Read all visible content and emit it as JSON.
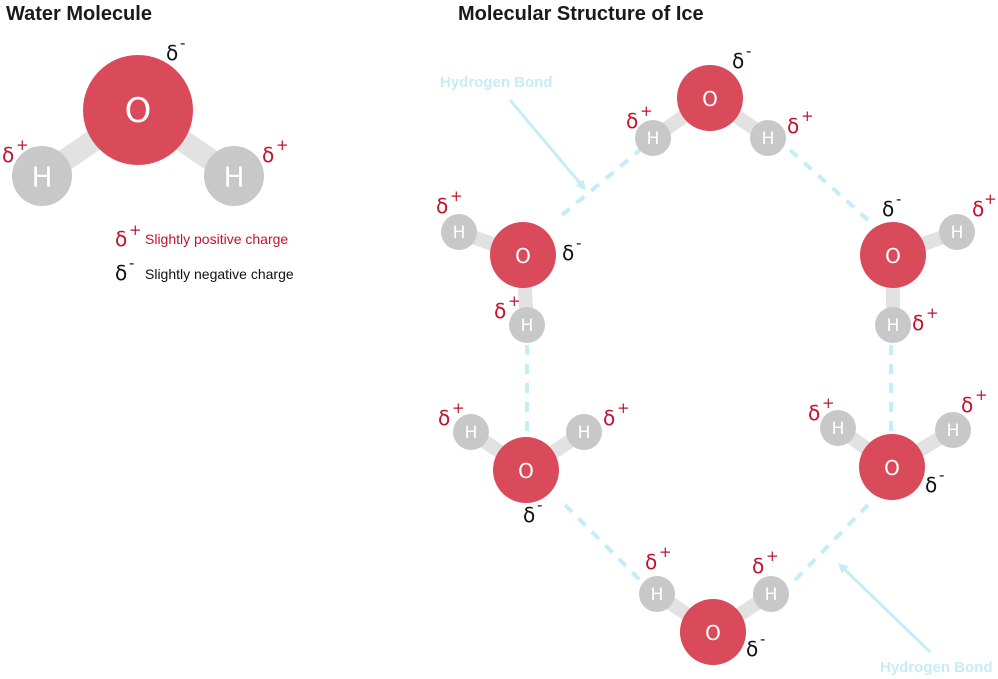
{
  "titles": {
    "water_molecule": "Water Molecule",
    "ice_structure": "Molecular Structure of Ice"
  },
  "atoms": {
    "oxygen": "O",
    "hydrogen": "H"
  },
  "charges": {
    "delta": "δ",
    "positive_sign": "+",
    "negative_sign": "-"
  },
  "legend": {
    "positive": "Slightly positive charge",
    "negative": "Slightly negative charge"
  },
  "hydrogen_bond_label": "Hydrogen Bond",
  "colors": {
    "oxygen": "#d94a5a",
    "hydrogen": "#c8c8c8",
    "bond": "#e2e2e2",
    "hydrogen_bond": "#c6ecf8",
    "positive": "#c0142e",
    "negative": "#111111",
    "label_arrow": "#c6ecf8"
  }
}
